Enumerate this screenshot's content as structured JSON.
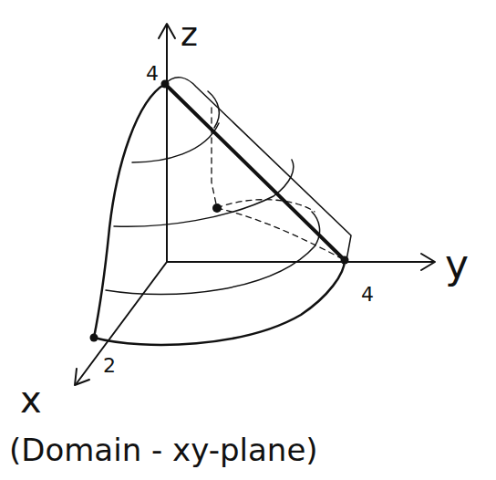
{
  "diagram": {
    "caption": "(Domain - xy-plane)",
    "labels": [
      "z",
      "4",
      "y",
      "4",
      "x",
      "2"
    ]
  }
}
